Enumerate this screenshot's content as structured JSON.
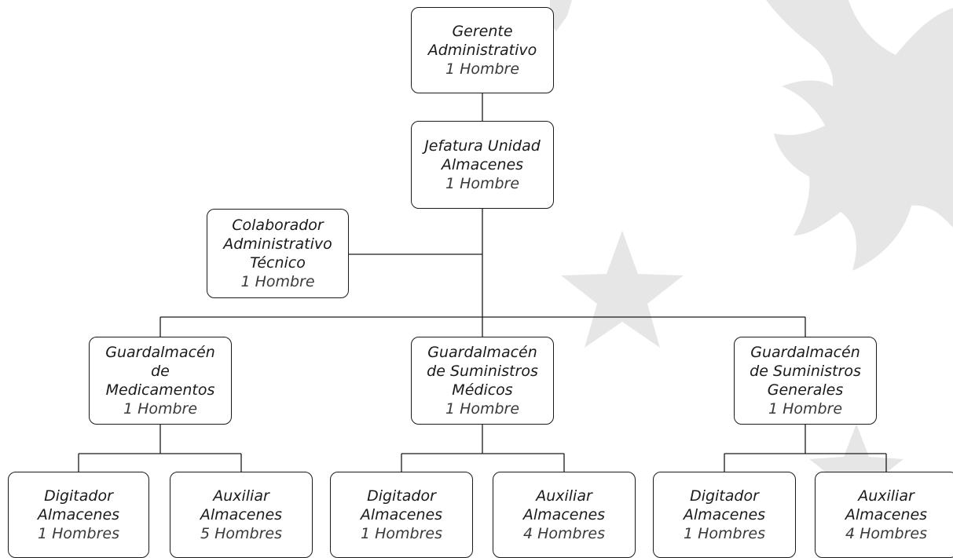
{
  "colors": {
    "border": "#1a1a1a",
    "text": "#1a1a1a",
    "count_text": "#3a3a3a",
    "watermark": "#e6e6e6"
  },
  "nodes": {
    "gerente": {
      "title": "Gerente\nAdministrativo",
      "count": "1 Hombre"
    },
    "jefatura": {
      "title": "Jefatura Unidad\nAlmacenes",
      "count": "1 Hombre"
    },
    "colaborador": {
      "title": "Colaborador\nAdministrativo\nTécnico",
      "count": "1 Hombre"
    },
    "guard_medicamentos": {
      "title": "Guardalmacén\nde\nMedicamentos",
      "count": "1 Hombre"
    },
    "guard_suministros_medicos": {
      "title": "Guardalmacén\nde Suministros\nMédicos",
      "count": "1 Hombre"
    },
    "guard_suministros_generales": {
      "title": "Guardalmacén\nde Suministros\nGenerales",
      "count": "1 Hombre"
    },
    "digitador_1": {
      "title": "Digitador\nAlmacenes",
      "count": "1 Hombres"
    },
    "auxiliar_1": {
      "title": "Auxiliar\nAlmacenes",
      "count": "5 Hombres"
    },
    "digitador_2": {
      "title": "Digitador\nAlmacenes",
      "count": "1 Hombres"
    },
    "auxiliar_2": {
      "title": "Auxiliar\nAlmacenes",
      "count": "4 Hombres"
    },
    "digitador_3": {
      "title": "Digitador\nAlmacenes",
      "count": "1 Hombres"
    },
    "auxiliar_3": {
      "title": "Auxiliar\nAlmacenes",
      "count": "4 Hombres"
    }
  }
}
